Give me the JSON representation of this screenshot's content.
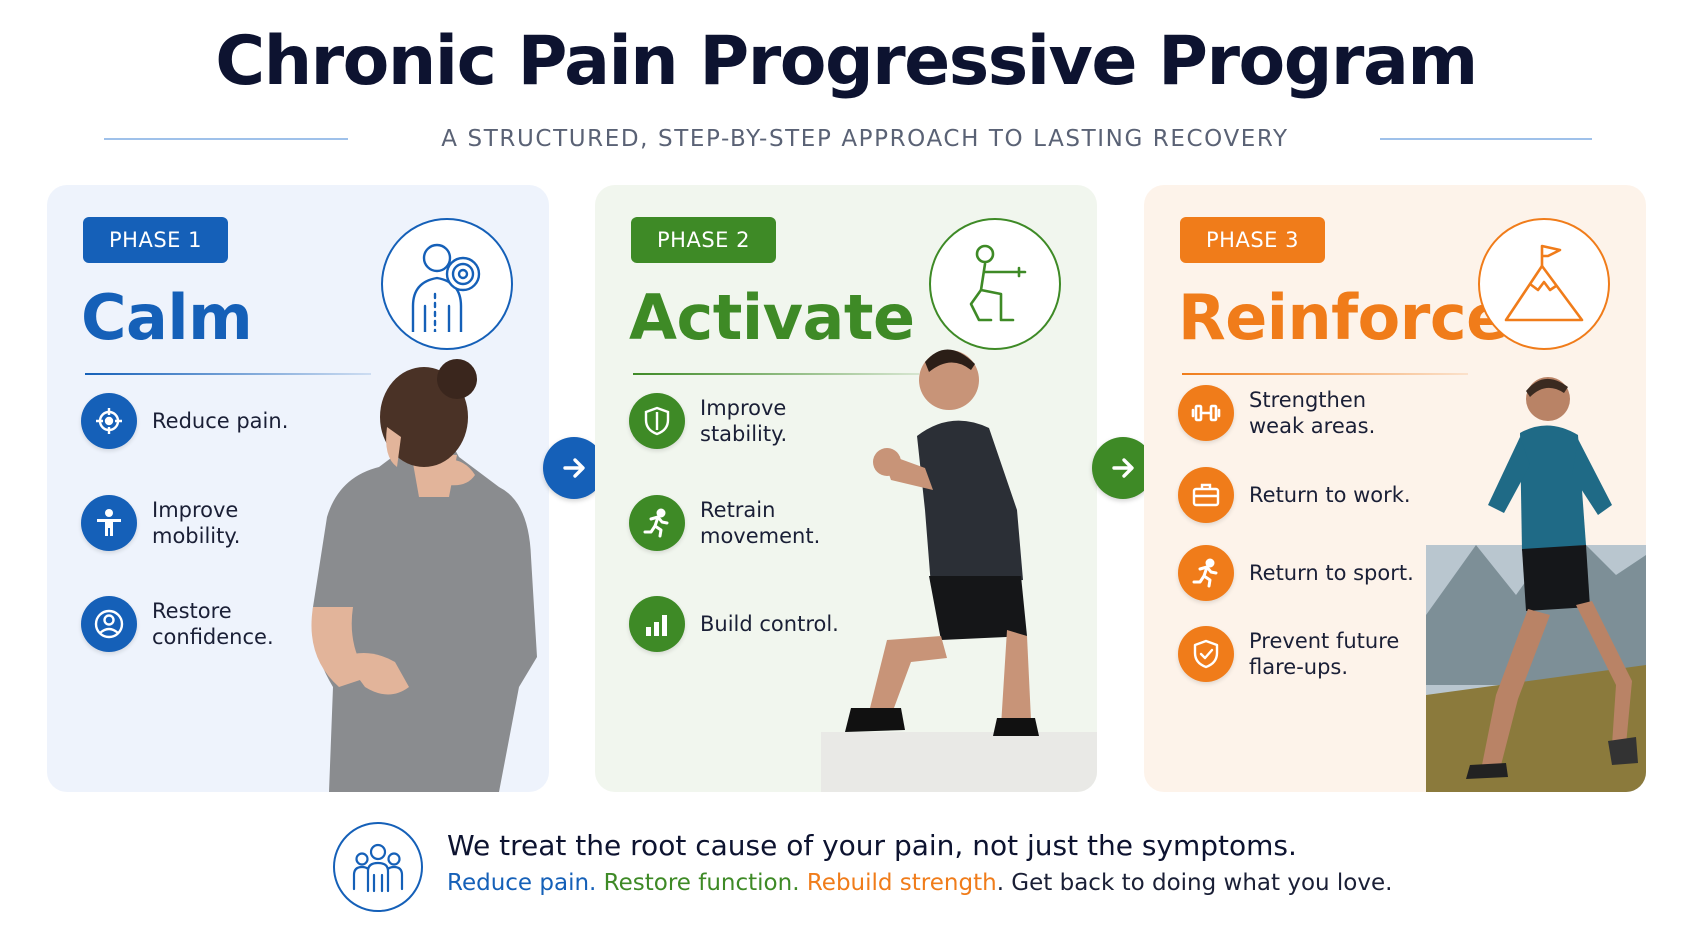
{
  "header": {
    "title": "Chronic Pain Progressive Program",
    "subtitle": "A STRUCTURED, STEP-BY-STEP APPROACH TO LASTING RECOVERY"
  },
  "phases": [
    {
      "badge": "PHASE 1",
      "name": "Calm",
      "color": "#1560b8",
      "icon": "neck-pain-target-icon",
      "items": [
        {
          "label": "Reduce pain.",
          "icon": "crosshair-icon"
        },
        {
          "label": "Improve mobility.",
          "icon": "person-stretch-icon"
        },
        {
          "label": "Restore\nconfidence.",
          "icon": "person-support-icon"
        }
      ],
      "photo": "woman-holding-neck-and-back"
    },
    {
      "badge": "PHASE 2",
      "name": "Activate",
      "color": "#3e8a26",
      "icon": "squat-figure-icon",
      "items": [
        {
          "label": "Improve stability.",
          "icon": "shield-icon"
        },
        {
          "label": "Retrain movement.",
          "icon": "running-figure-icon"
        },
        {
          "label": "Build control.",
          "icon": "bar-chart-icon"
        }
      ],
      "photo": "man-kneeling-lunge"
    },
    {
      "badge": "PHASE 3",
      "name": "Reinforce",
      "color": "#f07c1a",
      "icon": "mountain-flag-icon",
      "items": [
        {
          "label": "Strengthen\nweak areas.",
          "icon": "dumbbell-icon"
        },
        {
          "label": "Return to work.",
          "icon": "briefcase-icon"
        },
        {
          "label": "Return to sport.",
          "icon": "running-figure-icon"
        },
        {
          "label": "Prevent future\nflare-ups.",
          "icon": "shield-check-icon"
        }
      ],
      "photo": "man-trail-running-mountains"
    }
  ],
  "footer": {
    "icon": "group-people-icon",
    "main": "We treat the root cause of your pain, not just the symptoms.",
    "sub": {
      "part1": "Reduce pain.",
      "part2": "Restore function.",
      "part3": "Rebuild strength",
      "part4": ". Get back to doing what you love."
    }
  }
}
